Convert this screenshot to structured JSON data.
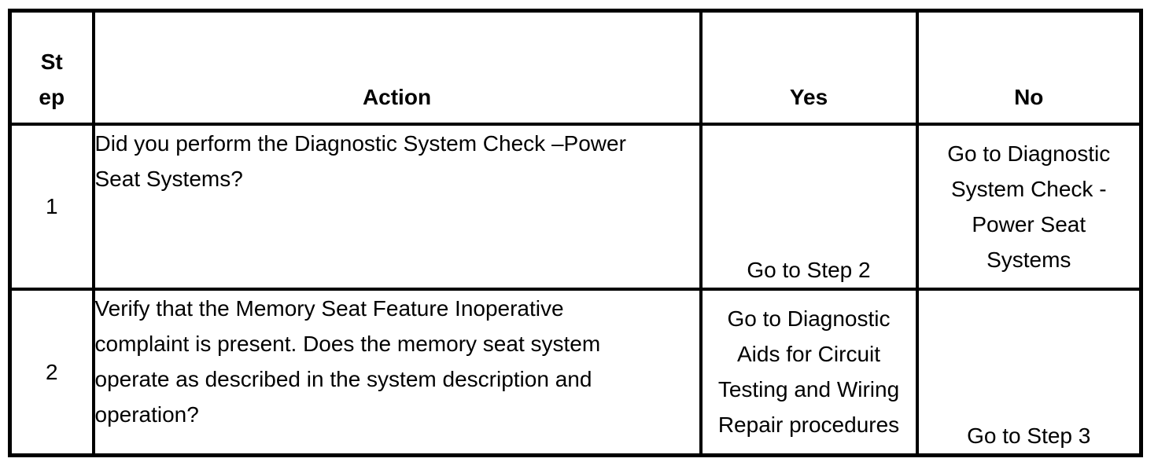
{
  "table": {
    "colors": {
      "border": "#000000",
      "text": "#000000",
      "background": "#ffffff"
    },
    "header": {
      "step": "St\nep",
      "action": "Action",
      "yes": "Yes",
      "no": "No"
    },
    "rows": [
      {
        "step": "1",
        "action": "Did you perform the Diagnostic System Check –Power\nSeat Systems?",
        "yes": "Go to Step 2",
        "no": "Go to Diagnostic\nSystem Check -\nPower Seat\nSystems"
      },
      {
        "step": "2",
        "action": "Verify that the Memory Seat Feature Inoperative\ncomplaint is present. Does the memory seat system\noperate as described in the system description and\noperation?",
        "yes": "Go to Diagnostic\nAids for Circuit\nTesting and Wiring\nRepair procedures",
        "no": "Go to Step 3"
      }
    ]
  }
}
